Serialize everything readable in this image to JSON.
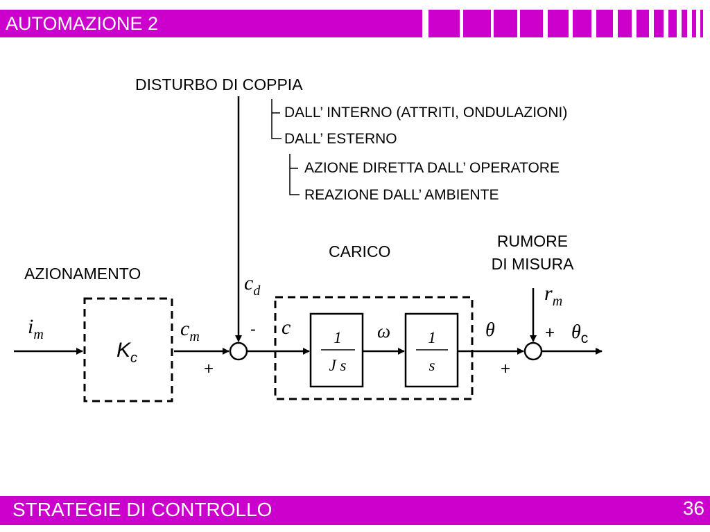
{
  "header": {
    "title": "AUTOMAZIONE 2",
    "accent_color": "#cc00cc"
  },
  "footer": {
    "title": "STRATEGIE DI CONTROLLO",
    "page_number": "36"
  },
  "disturbance": {
    "title": "DISTURBO DI COPPIA",
    "internal": "DALL’ INTERNO (ATTRITI, ONDULAZIONI)",
    "external": "DALL’ ESTERNO",
    "operator": "AZIONE DIRETTA DALL’ OPERATORE",
    "environment": "REAZIONE DALL’ AMBIENTE"
  },
  "blocks": {
    "actuation_label": "AZIONAMENTO",
    "load_label": "CARICO",
    "noise_label_line1": "RUMORE",
    "noise_label_line2": "DI MISURA",
    "kc_main": "K",
    "kc_sub": "c",
    "tf1_num": "1",
    "tf1_den": "J s",
    "tf2_num": "1",
    "tf2_den": "s"
  },
  "signals": {
    "im_main": "i",
    "im_sub": "m",
    "cm_main": "c",
    "cm_sub": "m",
    "cd_main": "c",
    "cd_sub": "d",
    "c": "c",
    "omega": "ω",
    "theta": "θ",
    "rm_main": "r",
    "rm_sub": "m",
    "thetac_main": "θ",
    "thetac_sub": "c"
  },
  "signs": {
    "sum1_top": "-",
    "sum1_bottom": "+",
    "sum2_top": "+",
    "sum2_bottom": "+"
  }
}
